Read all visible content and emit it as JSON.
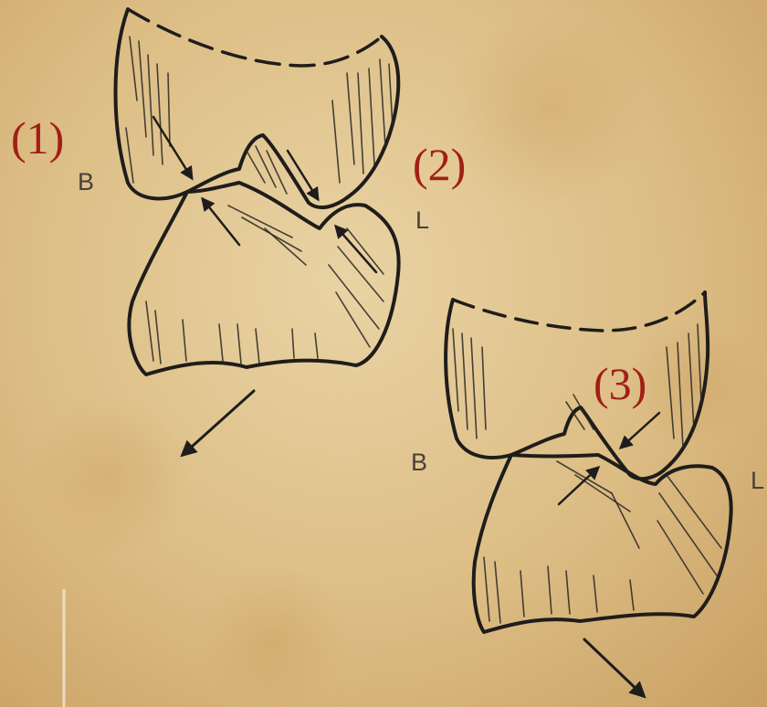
{
  "labels": {
    "num_1": "(1)",
    "num_2": "(2)",
    "num_3": "(3)",
    "side_b_top": "B",
    "side_l_top": "L",
    "side_b_bottom": "B",
    "side_l_bottom": "L"
  },
  "colors": {
    "number_labels": "#a11f17",
    "side_labels": "#4a4038",
    "ink": "#1f1d1b",
    "paper": "#dcbd84"
  }
}
